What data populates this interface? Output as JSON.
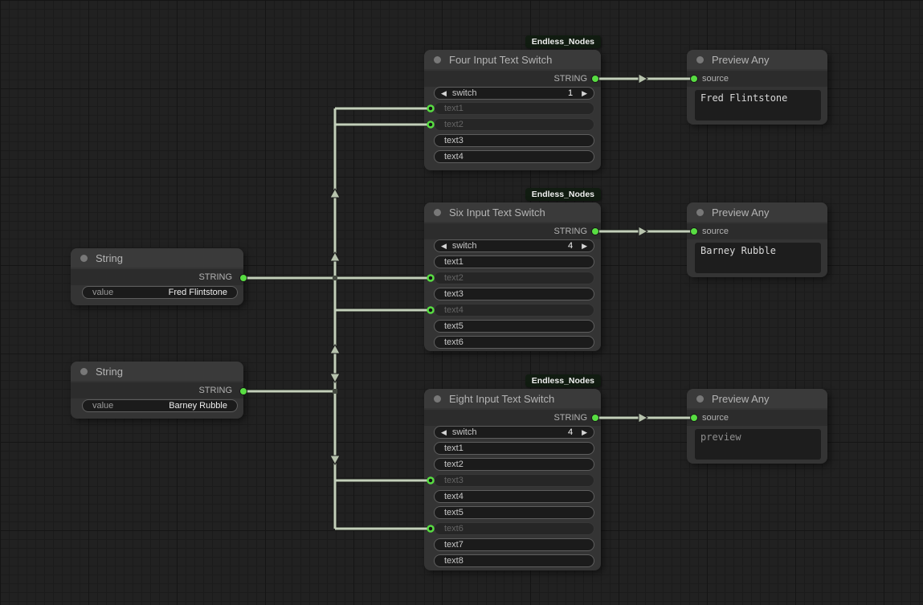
{
  "app": {
    "badge_label": "Endless_Nodes"
  },
  "colors": {
    "link": "#c3cfba",
    "port_green": "#58dd42",
    "badge_bg": "#111c11"
  },
  "nodes": {
    "string_fred": {
      "title": "String",
      "output_label": "STRING",
      "value_label": "value",
      "value": "Fred Flintstone"
    },
    "string_barney": {
      "title": "String",
      "output_label": "STRING",
      "value_label": "value",
      "value": "Barney Rubble"
    },
    "switch_four": {
      "title": "Four Input Text Switch",
      "output_label": "STRING",
      "switch_label": "switch",
      "switch_value": "1",
      "rows": [
        {
          "label": "text1",
          "connected": true
        },
        {
          "label": "text2",
          "connected": true
        },
        {
          "label": "text3",
          "connected": false
        },
        {
          "label": "text4",
          "connected": false
        }
      ]
    },
    "switch_six": {
      "title": "Six Input Text Switch",
      "output_label": "STRING",
      "switch_label": "switch",
      "switch_value": "4",
      "rows": [
        {
          "label": "text1",
          "connected": false
        },
        {
          "label": "text2",
          "connected": true
        },
        {
          "label": "text3",
          "connected": false
        },
        {
          "label": "text4",
          "connected": true
        },
        {
          "label": "text5",
          "connected": false
        },
        {
          "label": "text6",
          "connected": false
        }
      ]
    },
    "switch_eight": {
      "title": "Eight Input Text Switch",
      "output_label": "STRING",
      "switch_label": "switch",
      "switch_value": "4",
      "rows": [
        {
          "label": "text1",
          "connected": false
        },
        {
          "label": "text2",
          "connected": false
        },
        {
          "label": "text3",
          "connected": true
        },
        {
          "label": "text4",
          "connected": false
        },
        {
          "label": "text5",
          "connected": false
        },
        {
          "label": "text6",
          "connected": true
        },
        {
          "label": "text7",
          "connected": false
        },
        {
          "label": "text8",
          "connected": false
        }
      ]
    },
    "preview_top": {
      "title": "Preview Any",
      "input_label": "source",
      "text": "Fred Flintstone"
    },
    "preview_middle": {
      "title": "Preview Any",
      "input_label": "source",
      "text": "Barney Rubble"
    },
    "preview_bottom": {
      "title": "Preview Any",
      "input_label": "source",
      "text": "preview"
    }
  }
}
